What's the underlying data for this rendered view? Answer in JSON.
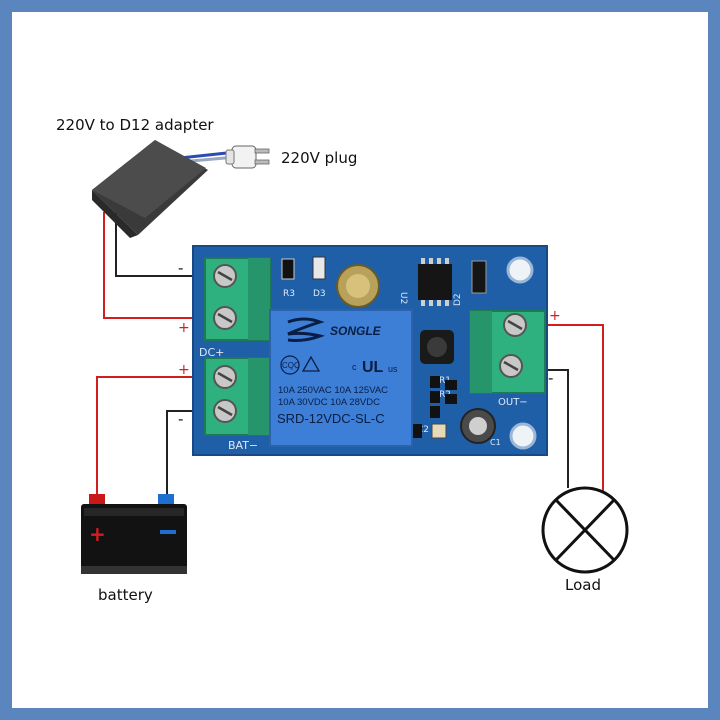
{
  "colors": {
    "frame": "#5b86bd",
    "pcb": "#1f5fa8",
    "relay": "#3d7fd6",
    "terminal": "#2fb07f",
    "wire_red": "#d11f1f",
    "wire_black": "#222222"
  },
  "labels": {
    "adapter": "220V to D12 adapter",
    "plug": "220V plug",
    "battery": "battery",
    "load": "Load",
    "dc_plus": "DC+",
    "bat_minus": "BAT−",
    "out_minus": "OUT−",
    "plus": "+",
    "minus": "-"
  },
  "relay": {
    "brand": "SONGLE",
    "cqc": "CQC",
    "ratings_line1": "10A 250VAC 10A 125VAC",
    "ratings_line2": "10A  30VDC 10A  28VDC",
    "model": "SRD-12VDC-SL-C"
  },
  "components": {
    "r3": "R3",
    "d3": "D3",
    "d2": "D2",
    "r1": "R1",
    "r2": "R2",
    "c2": "C2",
    "c1": "C1",
    "u2": "U2"
  },
  "icons": [
    "ac-adapter-icon",
    "power-plug-icon",
    "battery-icon",
    "lamp-icon"
  ]
}
